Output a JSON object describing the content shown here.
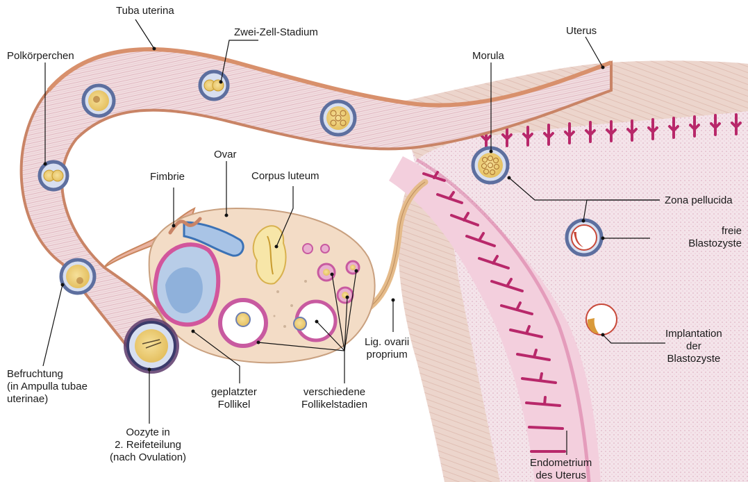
{
  "labels": {
    "tuba_uterina": "Tuba uterina",
    "zwei_zell_stadium": "Zwei-Zell-Stadium",
    "uterus": "Uterus",
    "polkoerperchen": "Polkörperchen",
    "morula": "Morula",
    "ovar": "Ovar",
    "fimbrie": "Fimbrie",
    "corpus_luteum": "Corpus luteum",
    "zona_pellucida": "Zona pellucida",
    "freie_blastozyste": "freie\nBlastozyste",
    "lig_ovarii_proprium": "Lig. ovarii\nproprium",
    "implantation": "Implantation\nder\nBlastozyste",
    "befruchtung": "Befruchtung\n(in Ampulla tubae\nuterinae)",
    "geplatzter_follikel": "geplatzter\nFollikel",
    "verschiedene_follikelstadien": "verschiedene\nFollikelstadien",
    "oozyte": "Oozyte in\n2. Reifeteilung\n(nach Ovulation)",
    "endometrium": "Endometrium\ndes Uterus"
  },
  "colors": {
    "tube_wall": "#e3a98c",
    "tube_lumen": "#f1dde0",
    "uterus_body": "#ecd2c8",
    "endometrium": "#c93b7a",
    "cell_fill": "#f0d27a",
    "zona": "#7d8db5",
    "ovary": "#f3dcc6",
    "follicle_ring": "#c85aa0",
    "leader_line": "#111111"
  }
}
